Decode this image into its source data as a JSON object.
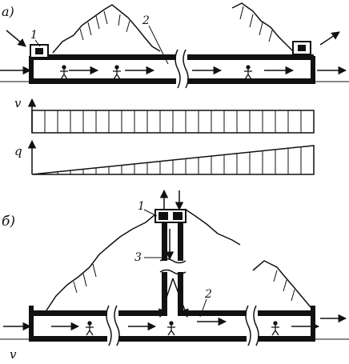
{
  "figure": {
    "panel_a_label": "a)",
    "panel_b_label": "б)",
    "panel_a_callouts": [
      "1",
      "2"
    ],
    "panel_b_callouts": [
      "1",
      "3",
      "2"
    ],
    "axis_v_label": "v",
    "axis_q_label": "q",
    "axis_v_label_b": "v"
  }
}
